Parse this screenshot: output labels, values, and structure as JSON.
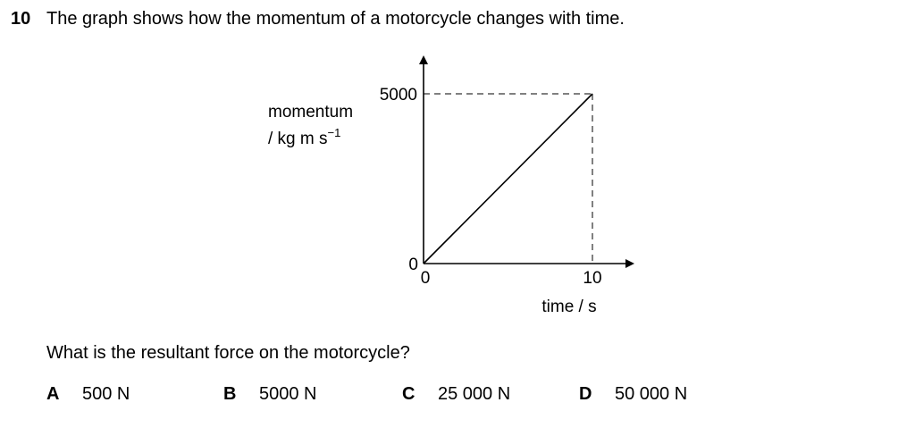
{
  "question": {
    "number": "10",
    "stem": "The graph shows how the momentum of a motorcycle changes with time.",
    "prompt": "What is the resultant force on the motorcycle?"
  },
  "chart_data": {
    "type": "line",
    "xlabel": "time / s",
    "ylabel_line1": "momentum",
    "ylabel_line2_prefix": "/ kg m s",
    "ylabel_line2_sup": "−1",
    "x_ticks": [
      "0",
      "10"
    ],
    "y_ticks": [
      "0",
      "5000"
    ],
    "xlim": [
      0,
      10
    ],
    "ylim": [
      0,
      5000
    ],
    "series": [
      {
        "x": [
          0,
          10
        ],
        "y": [
          0,
          5000
        ]
      }
    ],
    "dashed_guides": true
  },
  "options": [
    {
      "letter": "A",
      "text": "500 N"
    },
    {
      "letter": "B",
      "text": "5000 N"
    },
    {
      "letter": "C",
      "text": "25 000 N"
    },
    {
      "letter": "D",
      "text": "50 000 N"
    }
  ]
}
